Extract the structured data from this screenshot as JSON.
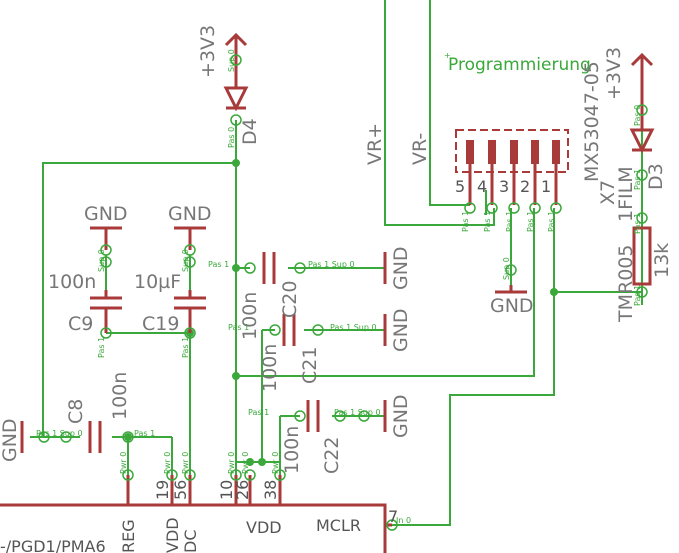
{
  "title": "Programmierung",
  "colors": {
    "net": "#3aa83a",
    "symbol": "#a83a3a",
    "text": "#777777"
  },
  "supplies": {
    "plus3v3": "+3V3",
    "gnd": "GND"
  },
  "components": {
    "d4": {
      "name": "D4"
    },
    "d3": {
      "name": "D3",
      "package": "1FILM"
    },
    "x7": {
      "name": "X7",
      "part": "MX53047-05",
      "pins": [
        "5",
        "4",
        "3",
        "2",
        "1"
      ]
    },
    "r": {
      "value": "13k",
      "part": "TMR005"
    },
    "c9": {
      "name": "C9",
      "value": "100n"
    },
    "c19": {
      "name": "C19",
      "value": "10µF"
    },
    "c20": {
      "name": "C20",
      "value": "100n"
    },
    "c21": {
      "name": "C21",
      "value": "100n"
    },
    "c22": {
      "name": "C22",
      "value": "100n"
    },
    "c8": {
      "name": "C8",
      "value": "100n"
    }
  },
  "nets": {
    "vr_plus": "VR+",
    "vr_minus": "VR-"
  },
  "ic": {
    "left_label": "-/PGD1/PMA6",
    "vdd": "VDD",
    "mclr": "MCLR",
    "pin_labels": [
      "REG",
      "VDD",
      "DC"
    ],
    "pin_numbers": [
      "19",
      "56",
      "10",
      "26",
      "38",
      "7"
    ]
  },
  "pin_text": {
    "pas0": "Pas 0",
    "pas1": "Pas 1",
    "sup0": "Sup 0",
    "pas1sup0": "Pas 1 Sup 0",
    "pwr0": "Pwr 0",
    "in0": "In 0"
  }
}
